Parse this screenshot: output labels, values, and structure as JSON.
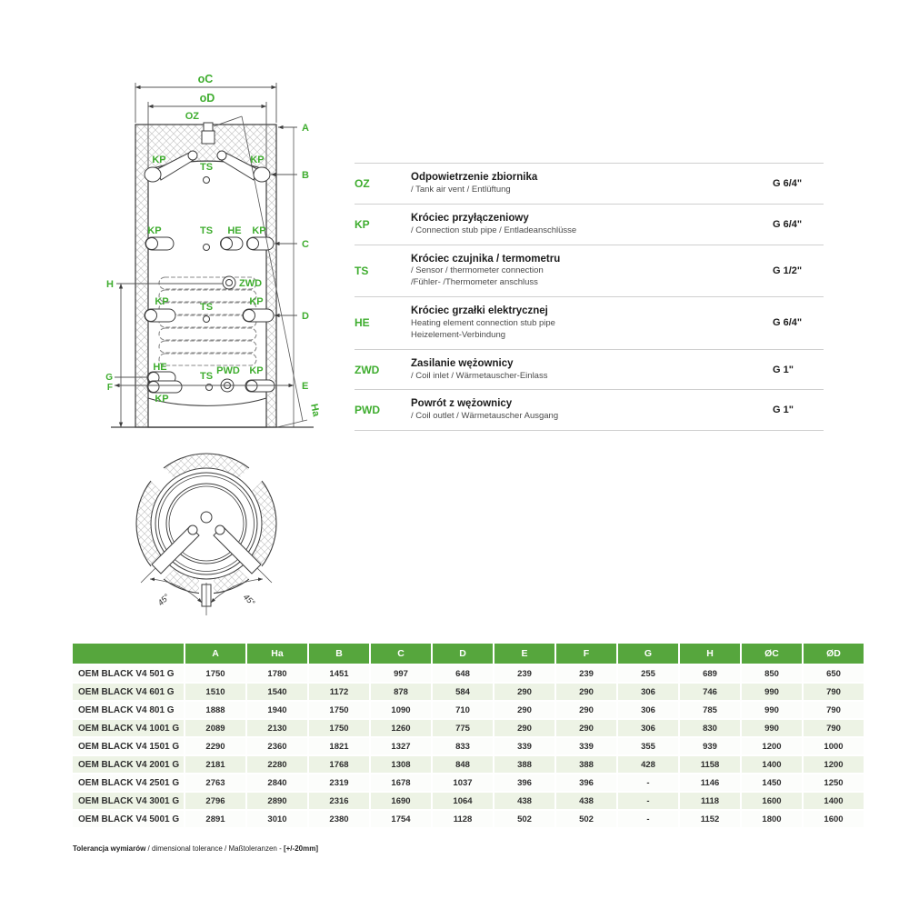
{
  "diagram": {
    "labels": {
      "oc": "oC",
      "od": "oD",
      "oz": "OZ",
      "a": "A",
      "b": "B",
      "c": "C",
      "d": "D",
      "e": "E",
      "f": "F",
      "g": "G",
      "h": "H",
      "ha": "Ha",
      "kp": "KP",
      "ts": "TS",
      "he": "HE",
      "zwd": "ZWD",
      "pwd": "PWD",
      "angle": "45°"
    }
  },
  "legend": {
    "rows": [
      {
        "code": "OZ",
        "title": "Odpowietrzenie zbiornika",
        "lines": [
          "/ Tank air vent / Entlüftung"
        ],
        "size": "G 6/4\""
      },
      {
        "code": "KP",
        "title": "Króciec przyłączeniowy",
        "lines": [
          "/ Connection stub pipe / Entladeanschlüsse"
        ],
        "size": "G 6/4\""
      },
      {
        "code": "TS",
        "title": "Króciec czujnika / termometru",
        "lines": [
          "/ Sensor / thermometer connection",
          "/Fühler- /Thermometer anschluss"
        ],
        "size": "G 1/2\""
      },
      {
        "code": "HE",
        "title": "Króciec grzałki elektrycznej",
        "lines": [
          "Heating element connection stub pipe",
          "Heizelement-Verbindung"
        ],
        "size": "G 6/4\""
      },
      {
        "code": "ZWD",
        "title": "Zasilanie wężownicy",
        "lines": [
          "/ Coil inlet / Wärmetauscher-Einlass"
        ],
        "size": "G 1\""
      },
      {
        "code": "PWD",
        "title": "Powrót z wężownicy",
        "lines": [
          "/ Coil outlet / Wärmetauscher Ausgang"
        ],
        "size": "G 1\""
      }
    ]
  },
  "table": {
    "headers": [
      "",
      "A",
      "Ha",
      "B",
      "C",
      "D",
      "E",
      "F",
      "G",
      "H",
      "ØC",
      "ØD"
    ],
    "rows": [
      {
        "model": "OEM BLACK V4 501 G",
        "values": [
          "1750",
          "1780",
          "1451",
          "997",
          "648",
          "239",
          "239",
          "255",
          "689",
          "850",
          "650"
        ]
      },
      {
        "model": "OEM BLACK V4 601 G",
        "values": [
          "1510",
          "1540",
          "1172",
          "878",
          "584",
          "290",
          "290",
          "306",
          "746",
          "990",
          "790"
        ]
      },
      {
        "model": "OEM BLACK V4 801 G",
        "values": [
          "1888",
          "1940",
          "1750",
          "1090",
          "710",
          "290",
          "290",
          "306",
          "785",
          "990",
          "790"
        ]
      },
      {
        "model": "OEM BLACK V4 1001 G",
        "values": [
          "2089",
          "2130",
          "1750",
          "1260",
          "775",
          "290",
          "290",
          "306",
          "830",
          "990",
          "790"
        ]
      },
      {
        "model": "OEM BLACK V4 1501 G",
        "values": [
          "2290",
          "2360",
          "1821",
          "1327",
          "833",
          "339",
          "339",
          "355",
          "939",
          "1200",
          "1000"
        ]
      },
      {
        "model": "OEM BLACK V4 2001 G",
        "values": [
          "2181",
          "2280",
          "1768",
          "1308",
          "848",
          "388",
          "388",
          "428",
          "1158",
          "1400",
          "1200"
        ]
      },
      {
        "model": "OEM BLACK V4 2501 G",
        "values": [
          "2763",
          "2840",
          "2319",
          "1678",
          "1037",
          "396",
          "396",
          "-",
          "1146",
          "1450",
          "1250"
        ]
      },
      {
        "model": "OEM BLACK V4 3001 G",
        "values": [
          "2796",
          "2890",
          "2316",
          "1690",
          "1064",
          "438",
          "438",
          "-",
          "1118",
          "1600",
          "1400"
        ]
      },
      {
        "model": "OEM BLACK V4 5001 G",
        "values": [
          "2891",
          "3010",
          "2380",
          "1754",
          "1128",
          "502",
          "502",
          "-",
          "1152",
          "1800",
          "1600"
        ]
      }
    ]
  },
  "footer": {
    "bold": "Tolerancja wymiarów",
    "mid": " / dimensional tolerance / Maßtoleranzen - ",
    "tol": "[+/-20mm]"
  },
  "colors": {
    "accent_green": "#3fad2f",
    "header_green": "#56a63d",
    "row_alt": "#edf3e5"
  }
}
